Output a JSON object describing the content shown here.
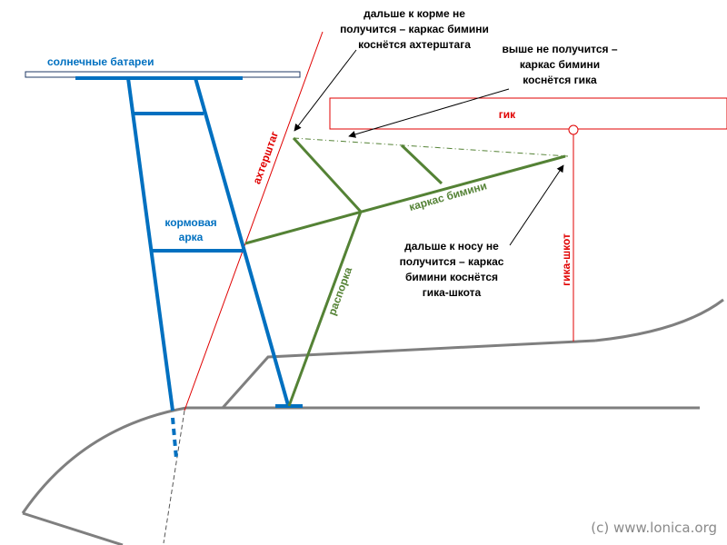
{
  "labels": {
    "solar": "солнечные батареи",
    "arch_1": "кормовая",
    "arch_2": "арка",
    "backstay": "ахтерштаг",
    "boom": "гик",
    "mainsheet": "гика-шкот",
    "bimini": "каркас бимини",
    "strut": "распорка"
  },
  "notes": {
    "stern": [
      "дальше к корме не",
      "получится – каркас бимини",
      "коснётся ахтерштага"
    ],
    "up": [
      "выше не получится –",
      "каркас бимини",
      "коснётся гика"
    ],
    "bow": [
      "дальше к носу не",
      "получится – каркас",
      "бимини коснётся",
      "гика-шкота"
    ]
  },
  "watermark": "(c) www.lonica.org",
  "colors": {
    "arch": "#0070c0",
    "bimini": "#548235",
    "rig": "#e00000",
    "hull": "#7f7f7f",
    "panel": "#1f3864"
  }
}
